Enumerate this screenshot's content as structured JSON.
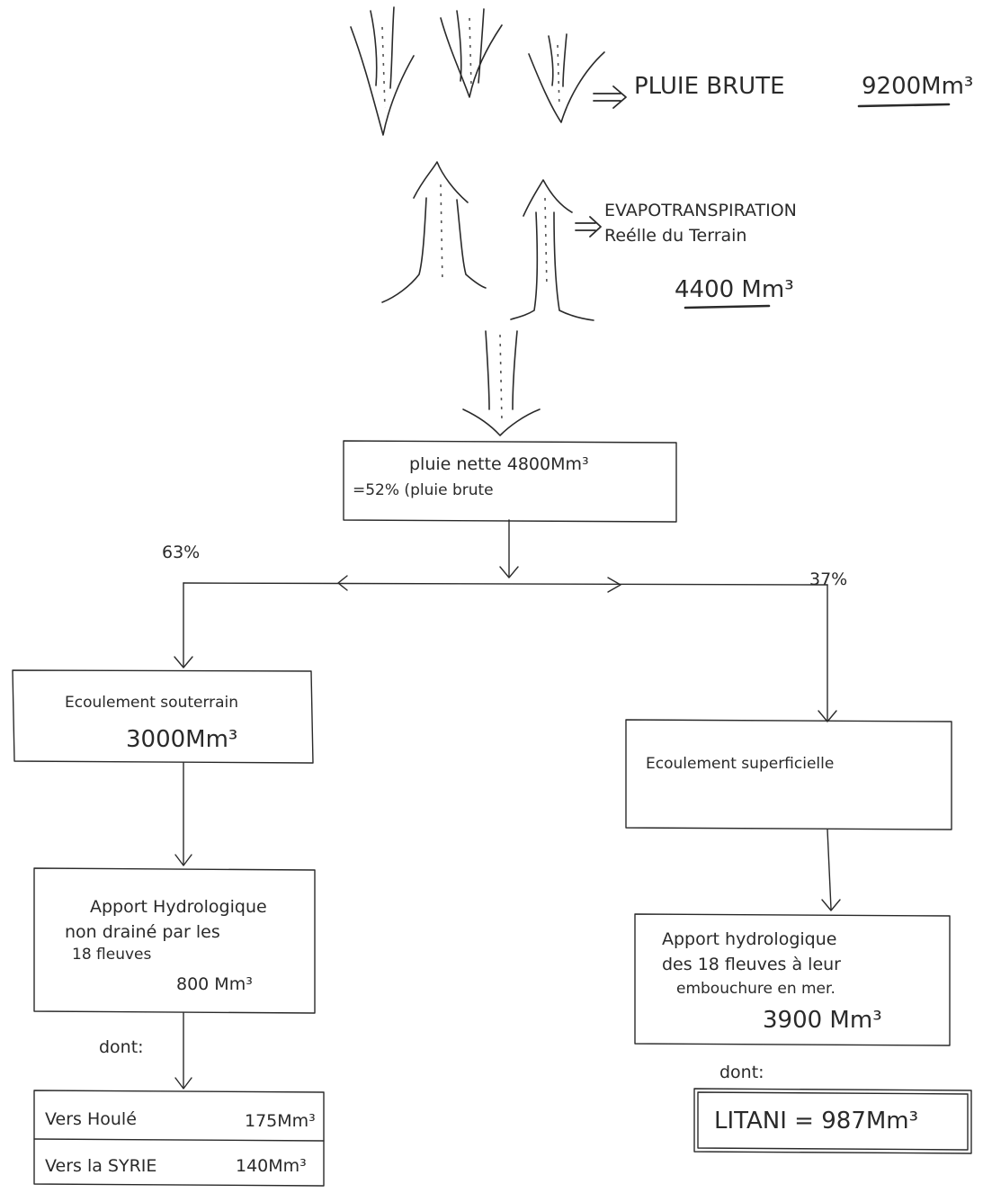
{
  "rain": {
    "label": "PLUIE BRUTE",
    "value": "9200Mm³"
  },
  "evapo": {
    "line1": "EVAPOTRANSPIRATION",
    "line2": "Reélle du Terrain",
    "value": "4400 Mm³"
  },
  "net_rain": {
    "line1": "pluie nette 4800Mm³",
    "line2": "=52% (pluie brute"
  },
  "split": {
    "left_pct": "63%",
    "right_pct": "37%"
  },
  "underground": {
    "line1": "Ecoulement souterrain",
    "line2": "3000Mm³"
  },
  "surface": {
    "line1": "Ecoulement superficielle"
  },
  "apport_left": {
    "line1": "Apport Hydrologique",
    "line2": "non drainé par les",
    "line3": "18 fleuves",
    "line4": "800 Mm³"
  },
  "apport_right": {
    "line1": "Apport hydrologique",
    "line2": "des 18 fleuves à leur",
    "line3": "embouchure en mer.",
    "line4": "3900 Mm³"
  },
  "dont_left": "dont:",
  "dont_right": "dont:",
  "left_table": [
    {
      "dest": "Vers Houlé",
      "value": "175Mm³"
    },
    {
      "dest": "Vers la SYRIE",
      "value": "140Mm³"
    }
  ],
  "litani": "LITANI = 987Mm³"
}
